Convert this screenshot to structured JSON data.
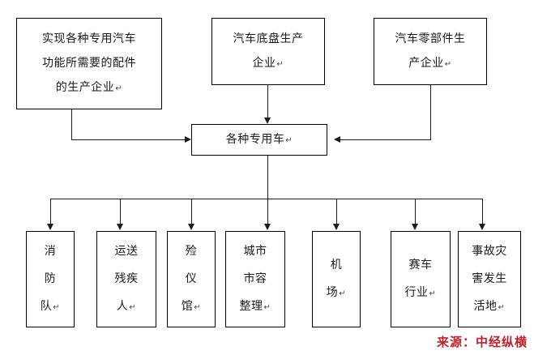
{
  "diagram": {
    "type": "flowchart",
    "background": "#ffffff",
    "line_color": "#1c1c1c",
    "box_border_color": "#000000",
    "text_color": "#1a1a1a",
    "cr_mark": "↵",
    "top_nodes": [
      {
        "id": "parts-manufacturers",
        "lines": [
          "实现各种专用汽车",
          "功能所需要的配件",
          "的生产企业"
        ],
        "has_cr": true
      },
      {
        "id": "chassis-manufacturers",
        "lines": [
          "汽车底盘生产",
          "企业"
        ],
        "has_cr": true
      },
      {
        "id": "components-manufacturers",
        "lines": [
          "汽车零部件生",
          "产企业"
        ],
        "has_cr": true
      }
    ],
    "center_node": {
      "id": "special-vehicles",
      "lines": [
        "各种专用车"
      ],
      "has_cr": true
    },
    "leaf_nodes": [
      {
        "id": "fire-brigade",
        "lines": [
          "消",
          "防",
          "队"
        ],
        "has_cr": true
      },
      {
        "id": "disabled-transport",
        "lines": [
          "运送",
          "残疾",
          "人"
        ],
        "has_cr": true
      },
      {
        "id": "funeral-home",
        "lines": [
          "殓",
          "仪",
          "馆"
        ],
        "has_cr": true
      },
      {
        "id": "city-appearance",
        "lines": [
          "城市",
          "市容",
          "整理"
        ],
        "has_cr": true
      },
      {
        "id": "airport",
        "lines": [
          "机",
          "场"
        ],
        "has_cr": true
      },
      {
        "id": "racing-industry",
        "lines": [
          "赛车",
          "行业"
        ],
        "has_cr": true
      },
      {
        "id": "disaster-sites",
        "lines": [
          "事故灾",
          "害发生",
          "活地"
        ],
        "has_cr": true
      }
    ],
    "source_note": "来源：中经纵横",
    "source_color": "#c2202a"
  }
}
